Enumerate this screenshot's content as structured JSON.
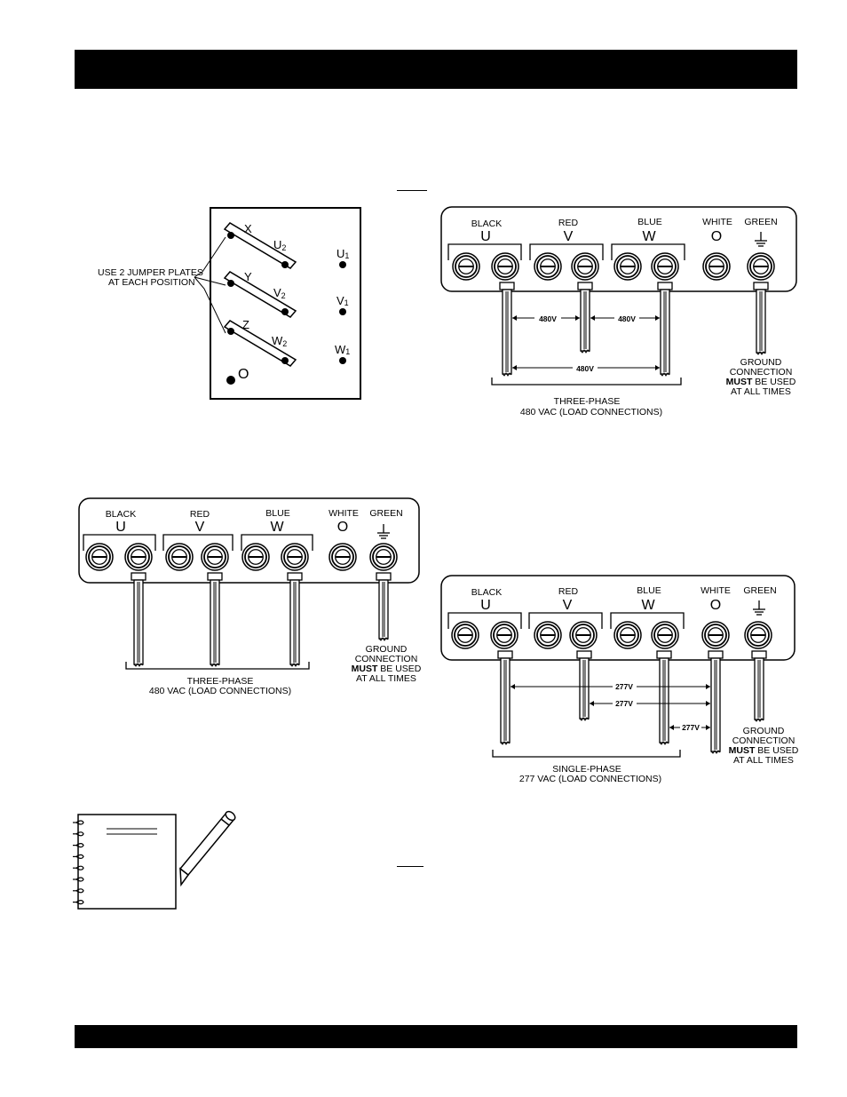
{
  "jumper": {
    "note_line1": "USE 2 JUMPER PLATES",
    "note_line2": "AT EACH POSITION",
    "left_labels": [
      "X",
      "Y",
      "Z"
    ],
    "right_labels": [
      [
        "U",
        "2"
      ],
      [
        "V",
        "2"
      ],
      [
        "W",
        "2"
      ]
    ],
    "terminals": [
      [
        "U",
        "1"
      ],
      [
        "V",
        "1"
      ],
      [
        "W",
        "1"
      ]
    ],
    "neutral": "O"
  },
  "labels": {
    "colors": [
      "BLACK",
      "RED",
      "BLUE",
      "WHITE",
      "GREEN"
    ],
    "letters": [
      "U",
      "V",
      "W",
      "O"
    ],
    "ground1": "GROUND",
    "ground2": "CONNECTION",
    "ground3a": "MUST",
    "ground3b": " BE USED",
    "ground4": "AT ALL TIMES"
  },
  "diagram_a": {
    "caption1": "THREE-PHASE",
    "caption2": "480 VAC (LOAD CONNECTIONS)",
    "v1": "480V",
    "v2": "480V",
    "v3": "480V"
  },
  "diagram_b": {
    "caption1": "THREE-PHASE",
    "caption2": "480 VAC (LOAD CONNECTIONS)"
  },
  "diagram_c": {
    "caption1": "SINGLE-PHASE",
    "caption2": "277 VAC (LOAD CONNECTIONS)",
    "v1": "277V",
    "v2": "277V",
    "v3": "277V"
  }
}
